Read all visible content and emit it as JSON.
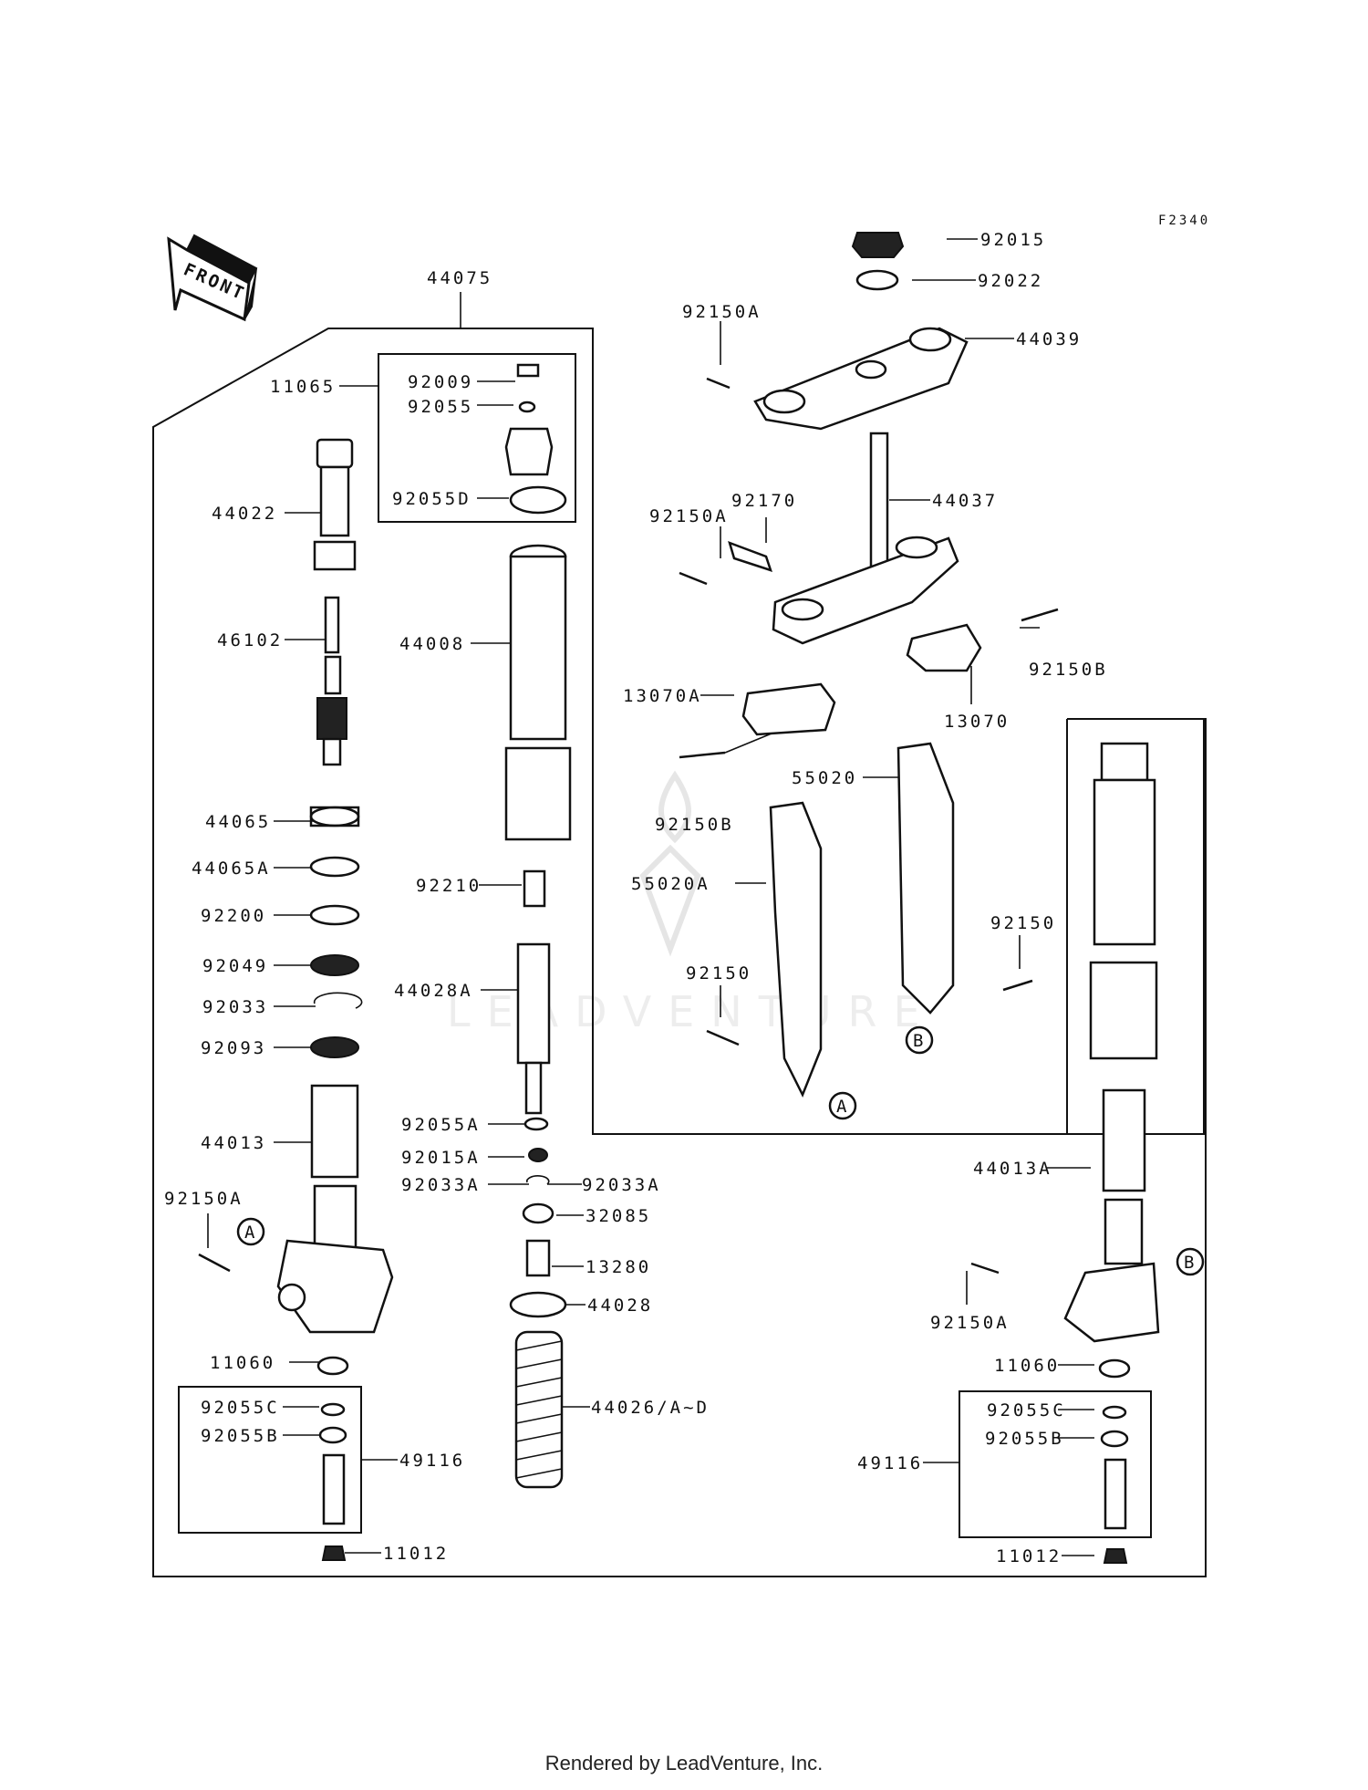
{
  "figure_code": "F2340",
  "front_label": "FRONT",
  "watermark": "LEADVENTURE",
  "footer": "Rendered by LeadVenture, Inc.",
  "labels": {
    "a44075": "44075",
    "a11065": "11065",
    "a92009": "92009",
    "a92055": "92055",
    "a92055D": "92055D",
    "a44022": "44022",
    "a46102": "46102",
    "a44008": "44008",
    "a44065": "44065",
    "a44065A": "44065A",
    "a92210": "92210",
    "a92200": "92200",
    "a92049": "92049",
    "a92033": "92033",
    "a44028A": "44028A",
    "a92093": "92093",
    "a92055A": "92055A",
    "a44013": "44013",
    "a92015A": "92015A",
    "a92033A_l": "92033A",
    "a92033A_r": "92033A",
    "a92150A_l": "92150A",
    "a32085": "32085",
    "a13280": "13280",
    "a44028": "44028",
    "a11060_l": "11060",
    "a92055C_l": "92055C",
    "a44026": "44026/A~D",
    "a92055B_l": "92055B",
    "a49116_l": "49116",
    "a11012_l": "11012",
    "a92015": "92015",
    "a92022": "92022",
    "a92150A_t": "92150A",
    "a44039": "44039",
    "a92170": "92170",
    "a44037": "44037",
    "a92150A_m": "92150A",
    "a92150B_r": "92150B",
    "a13070A": "13070A",
    "a13070": "13070",
    "a55020": "55020",
    "a92150B_m": "92150B",
    "a55020A": "55020A",
    "a92150_r": "92150",
    "a92150_m": "92150",
    "a44013A": "44013A",
    "a92150A_r": "92150A",
    "a11060_r": "11060",
    "a92055C_r": "92055C",
    "a92055B_r": "92055B",
    "a49116_r": "49116",
    "a11012_r": "11012",
    "refA_1": "A",
    "refA_2": "A",
    "refB_1": "B",
    "refB_2": "B"
  }
}
